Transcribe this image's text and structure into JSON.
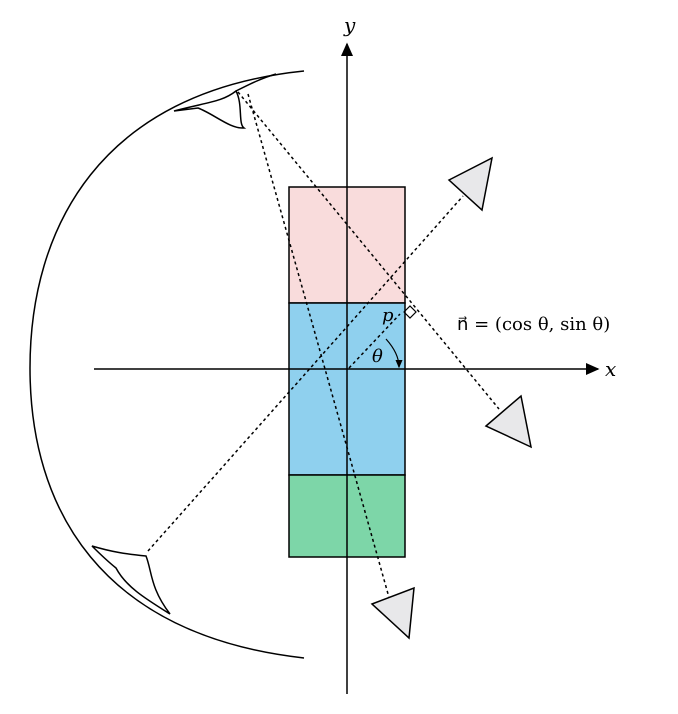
{
  "diagram": {
    "axes": {
      "x_label": "x",
      "y_label": "y"
    },
    "labels": {
      "point": "p",
      "angle": "θ",
      "normal": "n⃗ = (cos θ, sin θ)"
    },
    "colors": {
      "top_region": "#f9dcdc",
      "middle_region": "#8fd0ee",
      "bottom_region": "#7dd6a8",
      "triangle_fill": "#e8e8ea",
      "stroke": "#000000"
    }
  }
}
